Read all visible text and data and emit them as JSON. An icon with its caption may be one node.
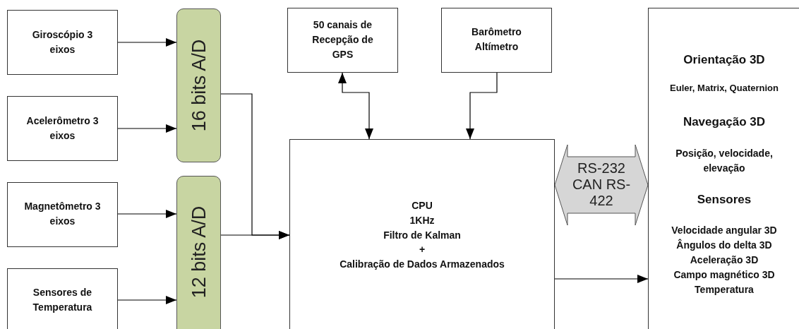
{
  "diagram": {
    "nodes": [
      {
        "text": [
          "Giroscópio 3 eixos"
        ]
      },
      {
        "text": [
          "Acelerômetro 3 eixos"
        ]
      },
      {
        "text": [
          "Magnetômetro 3 eixos"
        ]
      },
      {
        "text": [
          "Sensores de Temperatura"
        ]
      },
      {
        "text": [
          "16 bits A/D"
        ]
      },
      {
        "text": [
          "12 bits A/D"
        ]
      },
      {
        "text": [
          "50 canais de Recepção de GPS"
        ]
      },
      {
        "text": [
          "Barômetro Altímetro"
        ]
      },
      {
        "text": [
          "CPU",
          "1KHz",
          "Filtro de Kalman",
          "+",
          "Calibração de Dados Armazenados"
        ]
      },
      {
        "text": [
          "Orientação 3D",
          "Euler, Matrix, Quaternion",
          "Navegação 3D",
          "Posição, velocidade, elevação",
          "Sensores",
          "Velocidade angular 3D",
          "Ângulos do delta 3D",
          "Aceleração 3D",
          "Campo magnético 3D",
          "Temperatura"
        ]
      }
    ],
    "edges": [
      {
        "from": 0,
        "to": 4,
        "arrow": "to"
      },
      {
        "from": 1,
        "to": 4,
        "arrow": "to"
      },
      {
        "from": 2,
        "to": 5,
        "arrow": "to"
      },
      {
        "from": 3,
        "to": 5,
        "arrow": "to"
      },
      {
        "from": 4,
        "to": 8,
        "arrow": "to"
      },
      {
        "from": 5,
        "to": 8,
        "arrow": "to"
      },
      {
        "from": 8,
        "to": 6,
        "arrow": "both"
      },
      {
        "from": 7,
        "to": 8,
        "arrow": "to"
      },
      {
        "from": 8,
        "to": 9,
        "arrow": "to"
      },
      {
        "from": 8,
        "to": 9,
        "arrow": "both",
        "label": "RS-232 CAN RS-422",
        "style": "thick"
      }
    ]
  }
}
